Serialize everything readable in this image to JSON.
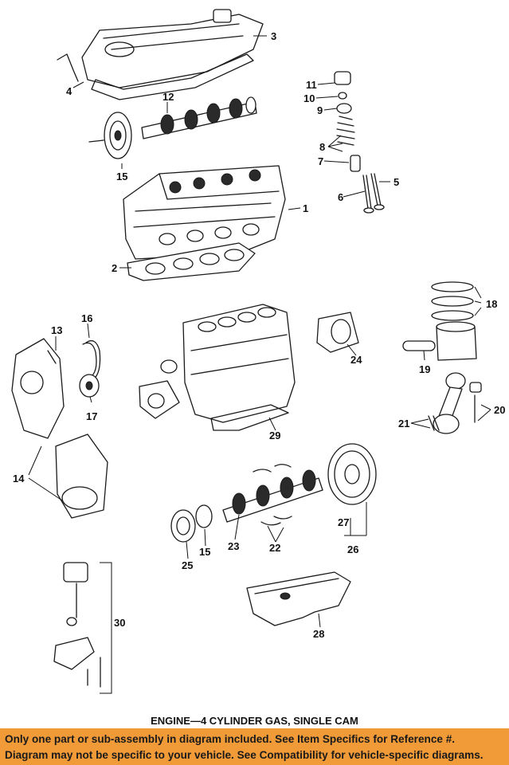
{
  "callouts": {
    "c1": "1",
    "c2": "2",
    "c3": "3",
    "c4": "4",
    "c5": "5",
    "c6": "6",
    "c7": "7",
    "c8": "8",
    "c9": "9",
    "c10": "10",
    "c11": "11",
    "c12": "12",
    "c13": "13",
    "c14": "14",
    "c15a": "15",
    "c15b": "15",
    "c16": "16",
    "c17": "17",
    "c18": "18",
    "c19": "19",
    "c20": "20",
    "c21": "21",
    "c22": "22",
    "c23": "23",
    "c24": "24",
    "c25": "25",
    "c26": "26",
    "c27": "27",
    "c28": "28",
    "c29": "29",
    "c30": "30"
  },
  "caption": "ENGINE—4 CYLINDER GAS, SINGLE CAM",
  "banner": {
    "line1": "Only one part or sub-assembly in diagram included. See Item Specifics for Reference #.",
    "line2": "Diagram may not be specific to your vehicle. See Compatibility for vehicle-specific diagrams."
  },
  "colors": {
    "banner_bg": "#f19a38",
    "line": "#1a1a1a"
  }
}
